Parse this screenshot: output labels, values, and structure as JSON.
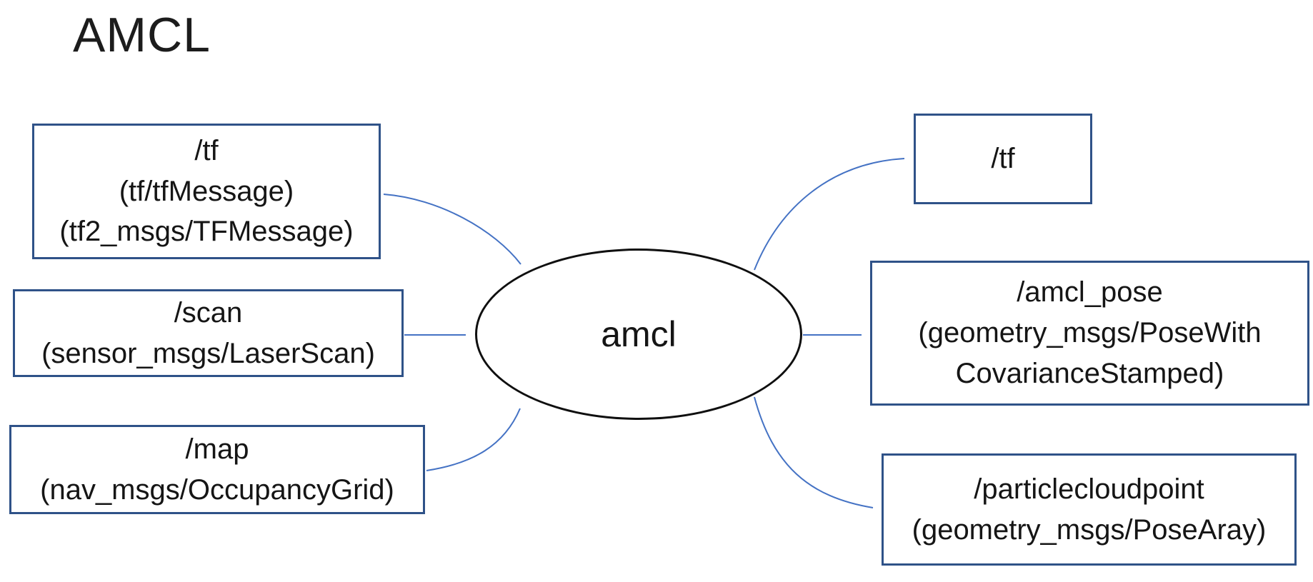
{
  "title": "AMCL",
  "node": {
    "label": "amcl"
  },
  "inputs": [
    {
      "lines": [
        "/tf",
        "(tf/tfMessage)",
        "(tf2_msgs/TFMessage)"
      ]
    },
    {
      "lines": [
        "/scan",
        "(sensor_msgs/LaserScan)"
      ]
    },
    {
      "lines": [
        "/map",
        "(nav_msgs/OccupancyGrid)"
      ]
    }
  ],
  "outputs": [
    {
      "lines": [
        "/tf"
      ]
    },
    {
      "lines": [
        "/amcl_pose",
        "(geometry_msgs/PoseWith",
        "CovarianceStamped)"
      ]
    },
    {
      "lines": [
        "/particlecloudpoint",
        "(geometry_msgs/PoseAray)"
      ]
    }
  ],
  "colors": {
    "arrow": "#4472C4",
    "box_border": "#2F5288",
    "ellipse_border": "#0f0f0f",
    "text": "#151515"
  }
}
